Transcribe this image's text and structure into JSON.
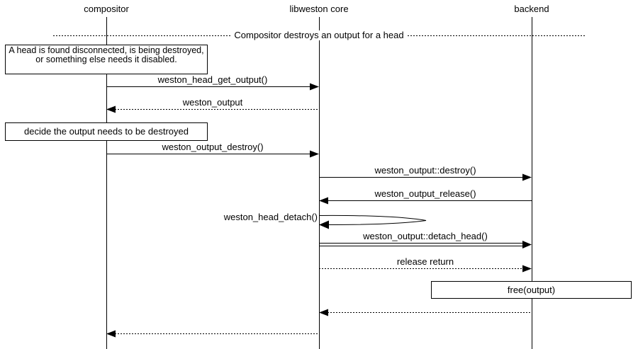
{
  "actors": [
    {
      "name": "compositor"
    },
    {
      "name": "libweston core"
    },
    {
      "name": "backend"
    }
  ],
  "divider": {
    "label": "Compositor destroys an output for a head"
  },
  "notes": [
    {
      "text": "A head is found disconnected, is being destroyed, or something else needs it disabled."
    },
    {
      "text": "decide the output needs to be destroyed"
    },
    {
      "text": "free(output)"
    }
  ],
  "messages": [
    {
      "label": "weston_head_get_output()",
      "from": "compositor",
      "to": "libweston core",
      "style": "solid"
    },
    {
      "label": "weston_output",
      "from": "libweston core",
      "to": "compositor",
      "style": "dotted"
    },
    {
      "label": "weston_output_destroy()",
      "from": "compositor",
      "to": "libweston core",
      "style": "solid"
    },
    {
      "label": "weston_output::destroy()",
      "from": "libweston core",
      "to": "backend",
      "style": "solid"
    },
    {
      "label": "weston_output_release()",
      "from": "backend",
      "to": "libweston core",
      "style": "solid"
    },
    {
      "label": "weston_head_detach()",
      "from": "libweston core",
      "to": "libweston core",
      "style": "self"
    },
    {
      "label": "weston_output::detach_head()",
      "from": "libweston core",
      "to": "backend",
      "style": "double"
    },
    {
      "label": "release return",
      "from": "libweston core",
      "to": "backend",
      "style": "dotted"
    },
    {
      "label": "",
      "from": "backend",
      "to": "libweston core",
      "style": "dotted"
    },
    {
      "label": "",
      "from": "libweston core",
      "to": "compositor",
      "style": "dotted"
    }
  ],
  "colors": {
    "line": "#000000",
    "background": "#ffffff"
  }
}
